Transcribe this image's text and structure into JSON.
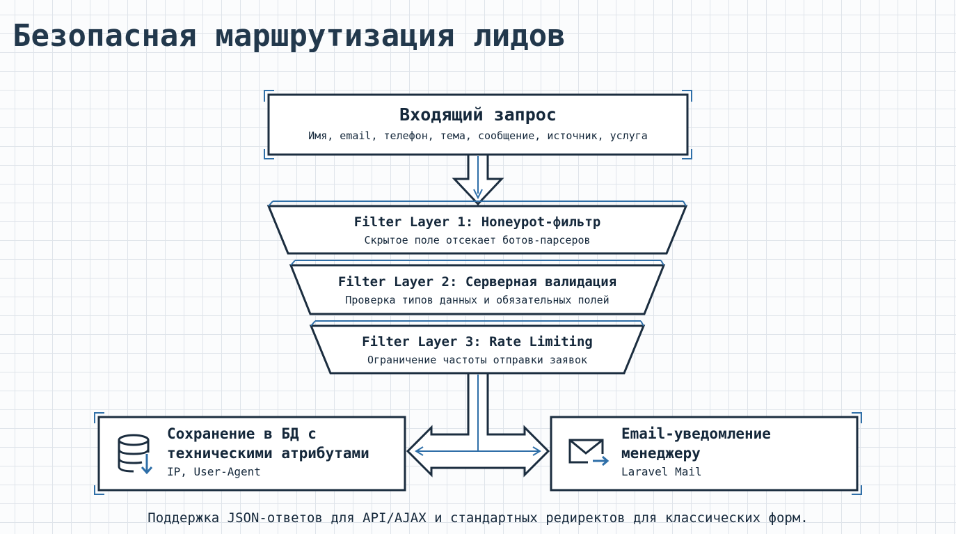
{
  "title": "Безопасная маршрутизация лидов",
  "incoming": {
    "title": "Входящий запрос",
    "fields": "Имя, email, телефон, тема, сообщение, источник, услуга"
  },
  "filters": [
    {
      "title": "Filter Layer 1: Honeypot-фильтр",
      "desc": "Скрытое поле отсекает ботов-парсеров"
    },
    {
      "title": "Filter Layer 2: Серверная валидация",
      "desc": "Проверка типов данных и обязательных полей"
    },
    {
      "title": "Filter Layer 3: Rate Limiting",
      "desc": "Ограничение частоты отправки заявок"
    }
  ],
  "outputs": {
    "db": {
      "title_line1": "Сохранение в БД с",
      "title_line2": "техническими атрибутами",
      "desc": "IP, User-Agent",
      "icon": "database-download-icon"
    },
    "email": {
      "title_line1": "Email-уведомление",
      "title_line2": "менеджеру",
      "desc": "Laravel Mail",
      "icon": "envelope-send-icon"
    }
  },
  "footer": "Поддержка JSON-ответов для API/AJAX и стандартных редиректов для классических форм.",
  "colors": {
    "ink": "#1b2d3f",
    "accent": "#2f6fa8",
    "grid": "#dfe4ea"
  }
}
